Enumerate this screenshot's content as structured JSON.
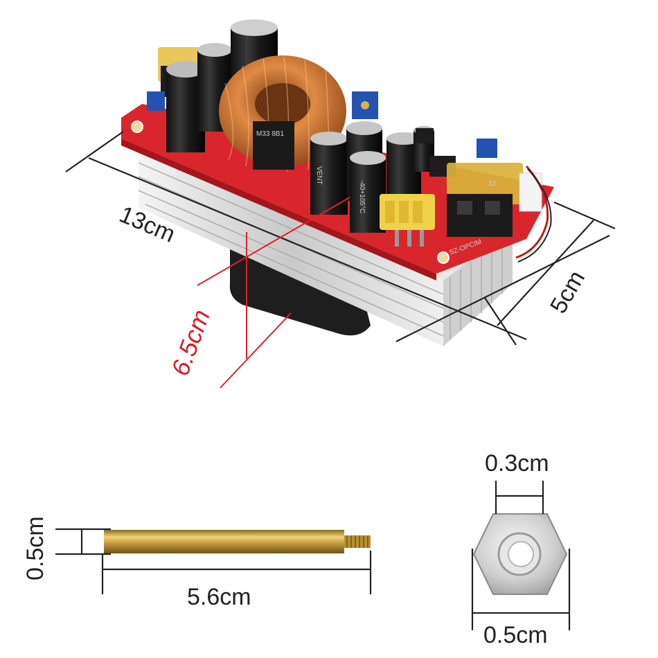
{
  "dimensions": {
    "length": "13cm",
    "width": "5cm",
    "height": "6.5cm",
    "standoff_diameter": "0.5cm",
    "standoff_length": "5.6cm",
    "nut_thickness": "0.3cm",
    "nut_width": "0.5cm"
  },
  "component_markings": {
    "inductor": "M33 8B1",
    "capacitor_brand": "VENT",
    "capacitor_rating": "-40+105°C",
    "fuse_rating": "12",
    "pcb_text": "SZ-OPCIM"
  },
  "colors": {
    "pcb": "#d8262c",
    "heatsink": "#dcdcdc",
    "copper": "#c9712f",
    "fan": "#1e1e1e",
    "brass": "#c9a040",
    "dimension_red": "#d81e25"
  }
}
